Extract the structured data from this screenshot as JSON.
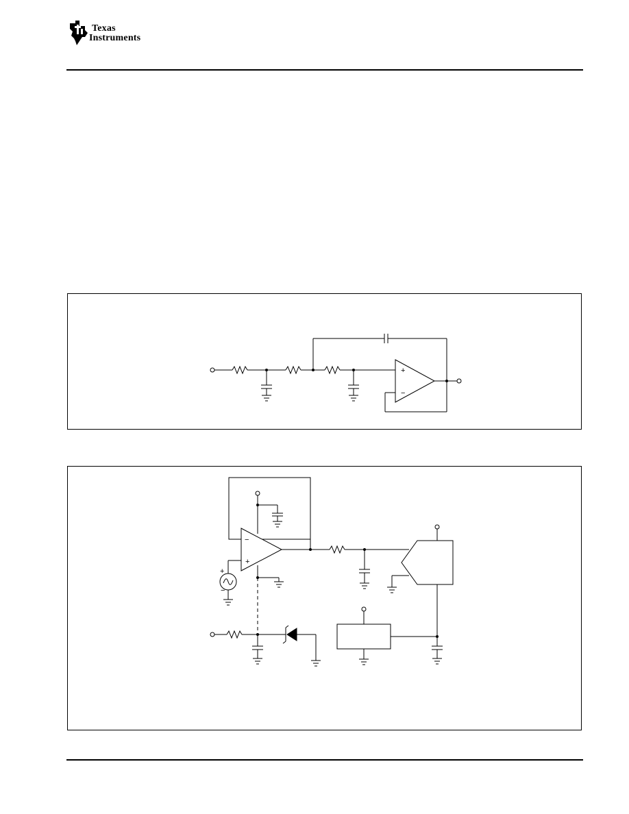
{
  "header": {
    "logo": {
      "line1": "Texas",
      "line2": "Instruments",
      "icon": "ti-logo-icon"
    }
  },
  "figures": [
    {
      "kind": "schematic",
      "components": [
        "input-terminal",
        "resistor",
        "capacitor",
        "resistor",
        "resistor",
        "capacitor",
        "feedback-capacitor",
        "op-amp",
        "output-terminal"
      ],
      "opamp_pins": [
        "+",
        "−"
      ]
    },
    {
      "kind": "schematic",
      "components": [
        "op-amp",
        "supply-terminal",
        "decoupling-capacitor",
        "sine-source",
        "resistor",
        "capacitor",
        "comparator-block",
        "input-resistor",
        "zener-diode",
        "regulator-block",
        "output-capacitor"
      ],
      "opamp_pins": [
        "−",
        "+"
      ],
      "source_pins": [
        "+",
        "−"
      ]
    }
  ]
}
